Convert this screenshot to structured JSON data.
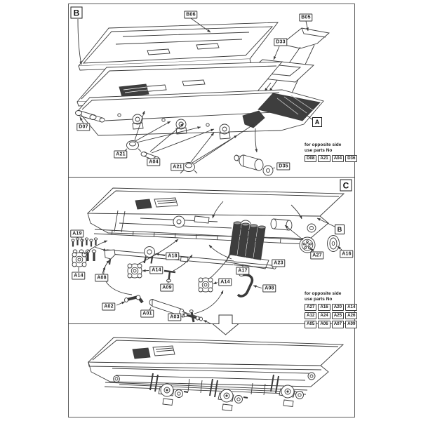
{
  "document": {
    "kind": "model-kit-assembly-instructions",
    "background": "#ffffff",
    "line_color": "#3a3a3a",
    "dark_fill": "#3e3e3e"
  },
  "step_b": {
    "letter": "B",
    "assembly_ref": "A",
    "callouts": {
      "b06": "B06",
      "b05": "B05",
      "d33": "D33",
      "d07": "D07",
      "a21_1": "A21",
      "a04": "A04",
      "a21_2": "A21",
      "d35": "D35"
    },
    "note": {
      "line1": "for opposite side",
      "line2": "use parts No",
      "parts": [
        "D08",
        "A21",
        "A04",
        "D36"
      ]
    }
  },
  "step_c": {
    "letter": "C",
    "assembly_ref": "B",
    "callouts": {
      "a19": "A19",
      "a18": "A18",
      "a27": "A27",
      "a16": "A16",
      "a23": "A23",
      "a17": "A17",
      "a14_left": "A14",
      "a08_left": "A08",
      "a14_mid": "A14",
      "a09_mid": "A09",
      "a14_right": "A14",
      "a08_right": "A08",
      "a02": "A02",
      "a01": "A01",
      "a03": "A03"
    },
    "note": {
      "line1": "for opposite side",
      "line2": "use parts No",
      "rows": [
        [
          "A27",
          "A16",
          "A20",
          "A14"
        ],
        [
          "A12",
          "A24",
          "A25",
          "A26"
        ],
        [
          "A05",
          "A06",
          "A07",
          "A09"
        ]
      ]
    }
  }
}
